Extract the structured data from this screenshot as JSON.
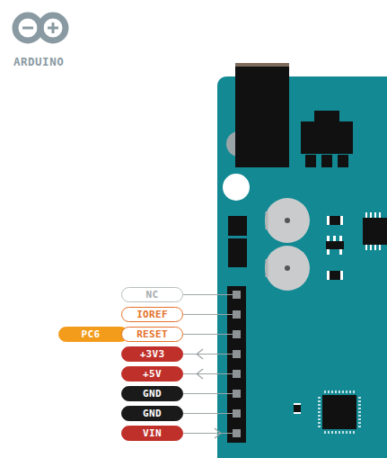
{
  "diagram": {
    "labels": [
      "ARDUINO",
      "NC",
      "IOREF",
      "PC6",
      "RESET",
      "+3V3",
      "+5V",
      "GND",
      "GND",
      "VIN"
    ]
  }
}
